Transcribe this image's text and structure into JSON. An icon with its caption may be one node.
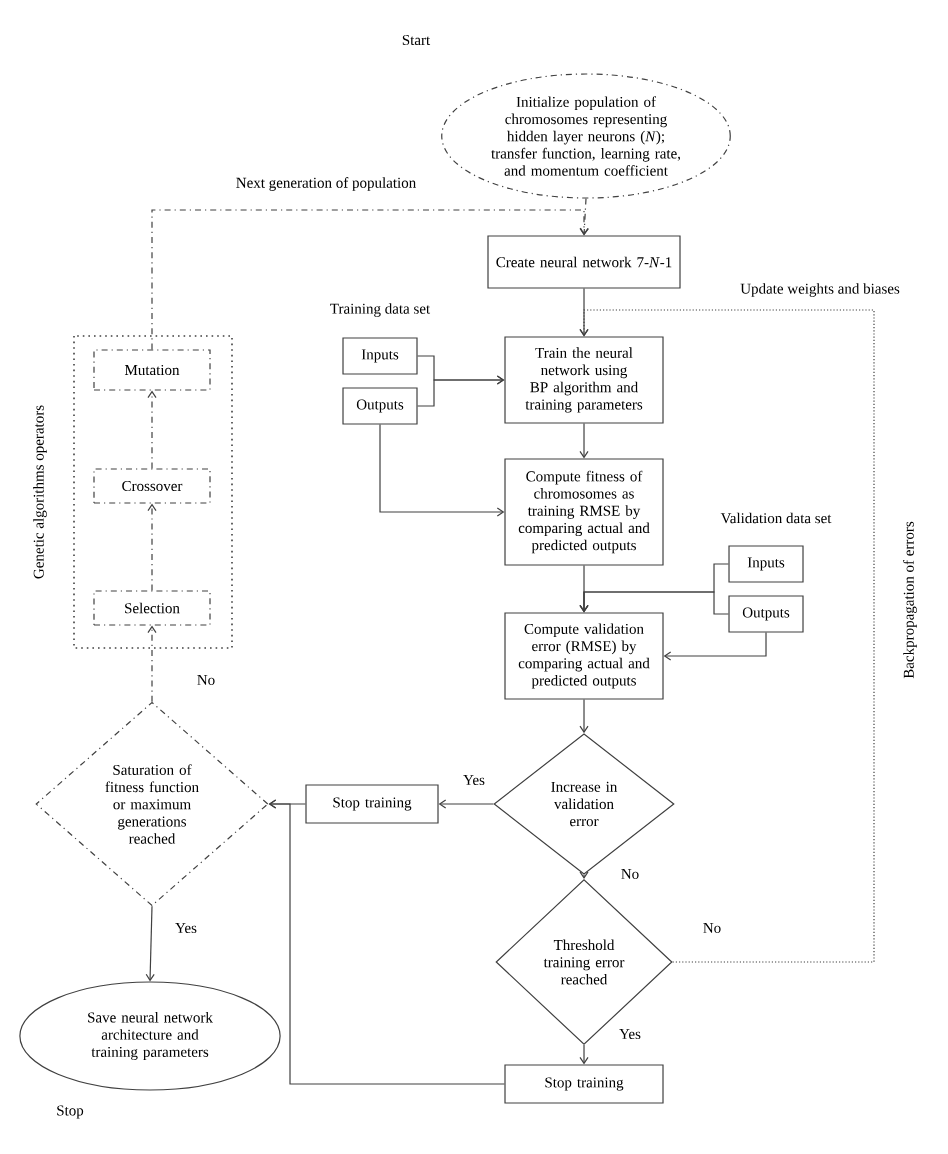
{
  "diagram": {
    "nodes": [
      {
        "text": [
          "Initialize population of chromosomes representing hidden layer neurons (*N*); transfer function, learning rate, and momentum coefficient"
        ]
      },
      {
        "text": [
          "Create neural network 7-*N*-1"
        ]
      },
      {
        "text": [
          "Inputs"
        ]
      },
      {
        "text": [
          "Outputs"
        ]
      },
      {
        "text": [
          "Train the neural network using BP algorithm and training parameters"
        ]
      },
      {
        "text": [
          "Compute fitness of chromosomes as training RMSE by comparing actual and predicted outputs"
        ]
      },
      {
        "text": [
          "Inputs"
        ]
      },
      {
        "text": [
          "Outputs"
        ]
      },
      {
        "text": [
          "Compute validation error (RMSE) by comparing actual and predicted outputs"
        ]
      },
      {
        "text": [
          "Increase in validation error"
        ]
      },
      {
        "text": [
          "Threshold training error reached"
        ]
      },
      {
        "text": [
          "Stop training"
        ]
      },
      {
        "text": [
          "Stop training"
        ]
      },
      {
        "text": [
          "Saturation of fitness function or maximum generations reached"
        ]
      },
      {
        "text": [
          "Save neural network architecture and training parameters"
        ]
      },
      {
        "text": [
          "Genetic algorithms operators"
        ]
      },
      {
        "text": [
          "Mutation"
        ],
        "in": 15
      },
      {
        "text": [
          "Crossover"
        ],
        "in": 15
      },
      {
        "text": [
          "Selection"
        ],
        "in": 15
      }
    ],
    "edges": [
      {
        "from": 0,
        "to": 1,
        "arrow": "to",
        "style": "dashed"
      },
      {
        "from": 1,
        "to": 4,
        "arrow": "to"
      },
      {
        "from": 2,
        "to": 4,
        "arrow": "to"
      },
      {
        "from": 3,
        "to": 4,
        "arrow": "to"
      },
      {
        "from": 3,
        "to": 5,
        "arrow": "to"
      },
      {
        "from": 4,
        "to": 5,
        "arrow": "to"
      },
      {
        "from": 5,
        "to": 8,
        "arrow": "to"
      },
      {
        "from": 6,
        "to": 8,
        "arrow": "to"
      },
      {
        "from": 7,
        "to": 8,
        "arrow": "to"
      },
      {
        "from": 7,
        "to": 8,
        "arrow": "to"
      },
      {
        "from": 8,
        "to": 9,
        "arrow": "to"
      },
      {
        "from": 9,
        "to": 12,
        "arrow": "to",
        "label": "Yes"
      },
      {
        "from": 12,
        "to": 13,
        "arrow": "to"
      },
      {
        "from": 11,
        "to": 13,
        "arrow": "to"
      },
      {
        "from": 9,
        "to": 10,
        "arrow": "to",
        "label": "No"
      },
      {
        "from": 10,
        "to": 11,
        "arrow": "to",
        "label": "Yes"
      },
      {
        "from": 10,
        "to": 4,
        "arrow": "to",
        "label": "No",
        "style": "dashed"
      },
      {
        "from": 13,
        "to": 14,
        "arrow": "to",
        "label": "Yes"
      },
      {
        "from": 13,
        "to": 18,
        "arrow": "to",
        "label": "No",
        "style": "dashed"
      },
      {
        "from": 18,
        "to": 17,
        "arrow": "to",
        "style": "dashed"
      },
      {
        "from": 17,
        "to": 16,
        "arrow": "to",
        "style": "dashed"
      },
      {
        "from": 16,
        "to": 1,
        "arrow": "to",
        "style": "dashed"
      }
    ],
    "labels": [
      "Start",
      "Next generation of population",
      "Update weights and biases",
      "Training data set",
      "Validation data set",
      "Backpropagation of errors",
      "Stop"
    ]
  }
}
